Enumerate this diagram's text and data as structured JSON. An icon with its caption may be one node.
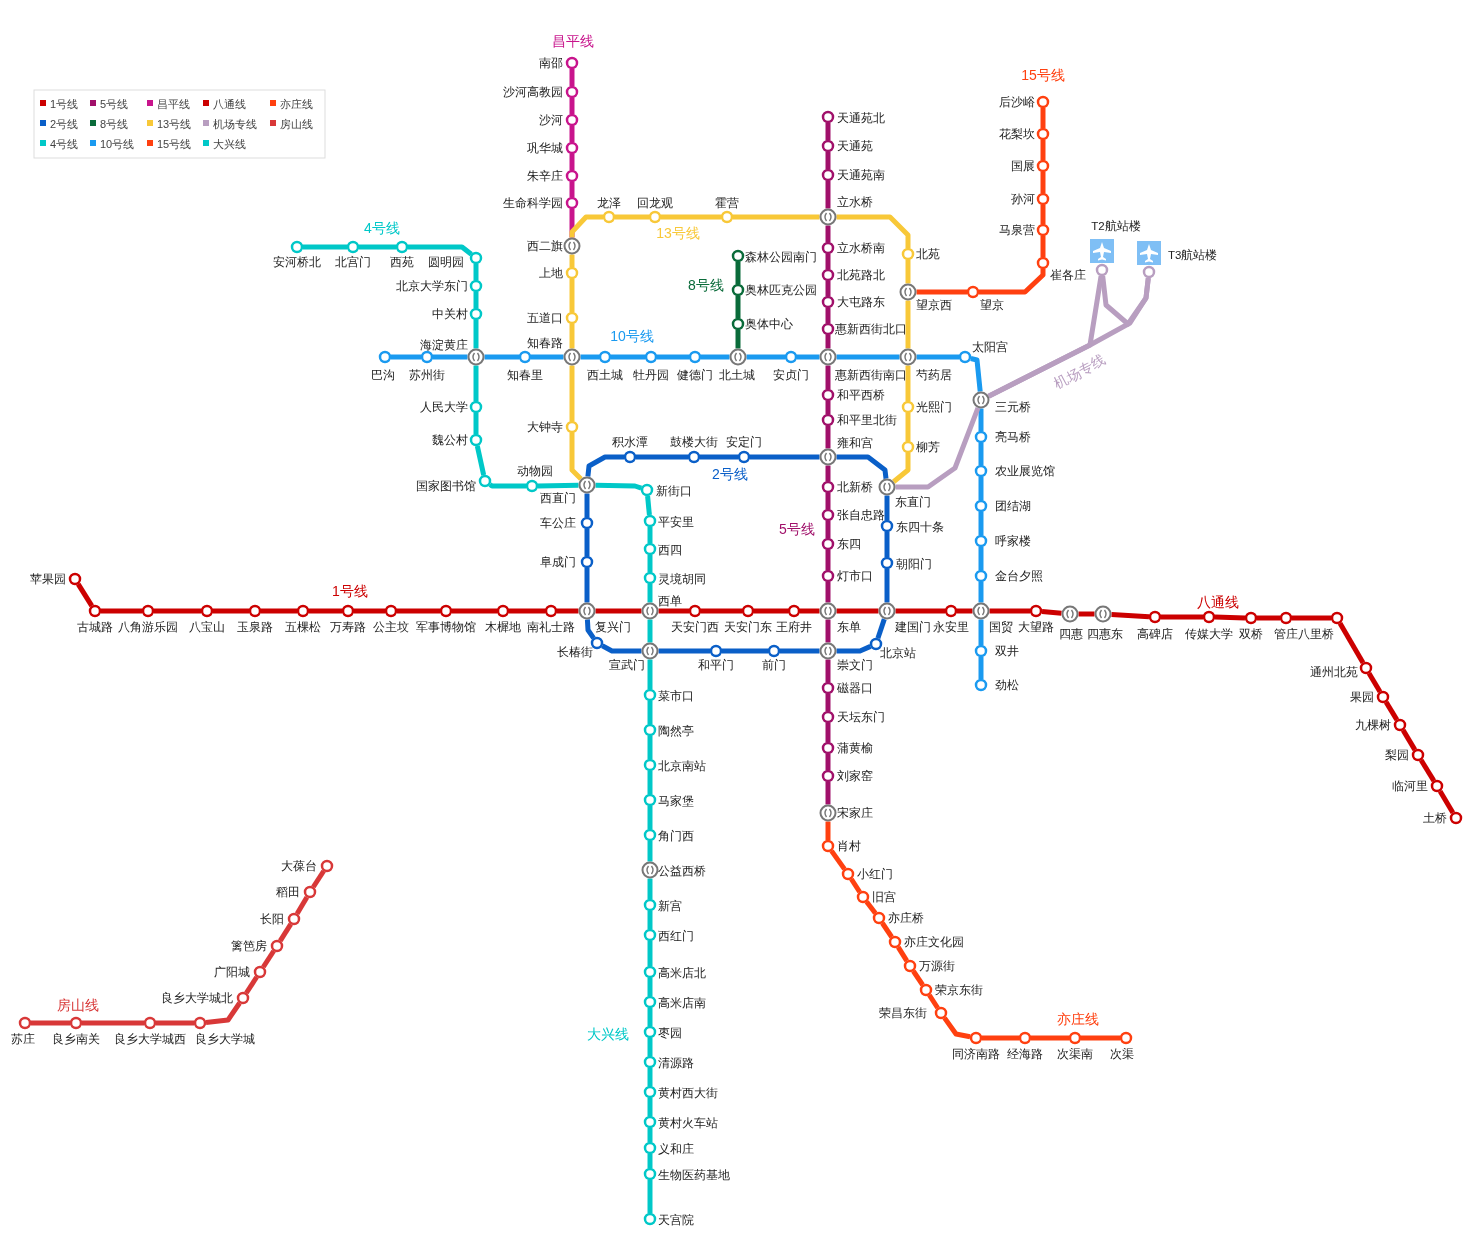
{
  "diagram": {
    "nodes": [
      {
        "text": [
          "南邵"
        ]
      },
      {
        "text": [
          "沙河高教园"
        ]
      },
      {
        "text": [
          "沙河"
        ]
      },
      {
        "text": [
          "巩华城"
        ]
      },
      {
        "text": [
          "朱辛庄"
        ]
      },
      {
        "text": [
          "生命科学园"
        ]
      },
      {
        "text": [
          "西二旗"
        ]
      },
      {
        "text": [
          "上地"
        ]
      },
      {
        "text": [
          "五道口"
        ]
      },
      {
        "text": [
          "知春路"
        ]
      },
      {
        "text": [
          "大钟寺"
        ]
      },
      {
        "text": [
          "西直门"
        ]
      },
      {
        "text": [
          "龙泽"
        ]
      },
      {
        "text": [
          "回龙观"
        ]
      },
      {
        "text": [
          "霍营"
        ]
      },
      {
        "text": [
          "立水桥"
        ]
      },
      {
        "text": [
          "北苑"
        ]
      },
      {
        "text": [
          "望京西"
        ]
      },
      {
        "text": [
          "芍药居"
        ]
      },
      {
        "text": [
          "光熙门"
        ]
      },
      {
        "text": [
          "柳芳"
        ]
      },
      {
        "text": [
          "东直门"
        ]
      },
      {
        "text": [
          "后沙峪"
        ]
      },
      {
        "text": [
          "花梨坎"
        ]
      },
      {
        "text": [
          "国展"
        ]
      },
      {
        "text": [
          "孙河"
        ]
      },
      {
        "text": [
          "马泉营"
        ]
      },
      {
        "text": [
          "崔各庄"
        ]
      },
      {
        "text": [
          "望京"
        ]
      },
      {
        "text": [
          "安河桥北"
        ]
      },
      {
        "text": [
          "北宫门"
        ]
      },
      {
        "text": [
          "西苑"
        ]
      },
      {
        "text": [
          "圆明园"
        ]
      },
      {
        "text": [
          "北京大学东门"
        ]
      },
      {
        "text": [
          "中关村"
        ]
      },
      {
        "text": [
          "海淀黄庄"
        ]
      },
      {
        "text": [
          "人民大学"
        ]
      },
      {
        "text": [
          "魏公村"
        ]
      },
      {
        "text": [
          "国家图书馆"
        ]
      },
      {
        "text": [
          "动物园"
        ]
      },
      {
        "text": [
          "新街口"
        ]
      },
      {
        "text": [
          "平安里"
        ]
      },
      {
        "text": [
          "西四"
        ]
      },
      {
        "text": [
          "灵境胡同"
        ]
      },
      {
        "text": [
          "西单"
        ]
      },
      {
        "text": [
          "宣武门"
        ]
      },
      {
        "text": [
          "菜市口"
        ]
      },
      {
        "text": [
          "陶然亭"
        ]
      },
      {
        "text": [
          "北京南站"
        ]
      },
      {
        "text": [
          "马家堡"
        ]
      },
      {
        "text": [
          "角门西"
        ]
      },
      {
        "text": [
          "公益西桥"
        ]
      },
      {
        "text": [
          "新宫"
        ]
      },
      {
        "text": [
          "西红门"
        ]
      },
      {
        "text": [
          "高米店北"
        ]
      },
      {
        "text": [
          "高米店南"
        ]
      },
      {
        "text": [
          "枣园"
        ]
      },
      {
        "text": [
          "清源路"
        ]
      },
      {
        "text": [
          "黄村西大街"
        ]
      },
      {
        "text": [
          "黄村火车站"
        ]
      },
      {
        "text": [
          "义和庄"
        ]
      },
      {
        "text": [
          "生物医药基地"
        ]
      },
      {
        "text": [
          "天宫院"
        ]
      },
      {
        "text": [
          "巴沟"
        ]
      },
      {
        "text": [
          "苏州街"
        ]
      },
      {
        "text": [
          "知春里"
        ]
      },
      {
        "text": [
          "西土城"
        ]
      },
      {
        "text": [
          "牡丹园"
        ]
      },
      {
        "text": [
          "健德门"
        ]
      },
      {
        "text": [
          "北土城"
        ]
      },
      {
        "text": [
          "安贞门"
        ]
      },
      {
        "text": [
          "惠新西街南口"
        ]
      },
      {
        "text": [
          "太阳宫"
        ]
      },
      {
        "text": [
          "三元桥"
        ]
      },
      {
        "text": [
          "亮马桥"
        ]
      },
      {
        "text": [
          "农业展览馆"
        ]
      },
      {
        "text": [
          "团结湖"
        ]
      },
      {
        "text": [
          "呼家楼"
        ]
      },
      {
        "text": [
          "金台夕照"
        ]
      },
      {
        "text": [
          "国贸"
        ]
      },
      {
        "text": [
          "双井"
        ]
      },
      {
        "text": [
          "劲松"
        ]
      },
      {
        "text": [
          "森林公园南门"
        ]
      },
      {
        "text": [
          "奥林匹克公园"
        ]
      },
      {
        "text": [
          "奥体中心"
        ]
      },
      {
        "text": [
          "天通苑北"
        ]
      },
      {
        "text": [
          "天通苑"
        ]
      },
      {
        "text": [
          "天通苑南"
        ]
      },
      {
        "text": [
          "立水桥南"
        ]
      },
      {
        "text": [
          "北苑路北"
        ]
      },
      {
        "text": [
          "大屯路东"
        ]
      },
      {
        "text": [
          "惠新西街北口"
        ]
      },
      {
        "text": [
          "和平西桥"
        ]
      },
      {
        "text": [
          "和平里北街"
        ]
      },
      {
        "text": [
          "雍和宫"
        ]
      },
      {
        "text": [
          "北新桥"
        ]
      },
      {
        "text": [
          "张自忠路"
        ]
      },
      {
        "text": [
          "东四"
        ]
      },
      {
        "text": [
          "灯市口"
        ]
      },
      {
        "text": [
          "东单"
        ]
      },
      {
        "text": [
          "崇文门"
        ]
      },
      {
        "text": [
          "磁器口"
        ]
      },
      {
        "text": [
          "天坛东门"
        ]
      },
      {
        "text": [
          "蒲黄榆"
        ]
      },
      {
        "text": [
          "刘家窑"
        ]
      },
      {
        "text": [
          "宋家庄"
        ]
      },
      {
        "text": [
          "积水潭"
        ]
      },
      {
        "text": [
          "鼓楼大街"
        ]
      },
      {
        "text": [
          "安定门"
        ]
      },
      {
        "text": [
          "车公庄"
        ]
      },
      {
        "text": [
          "阜成门"
        ]
      },
      {
        "text": [
          "东四十条"
        ]
      },
      {
        "text": [
          "朝阳门"
        ]
      },
      {
        "text": [
          "复兴门"
        ]
      },
      {
        "text": [
          "建国门"
        ]
      },
      {
        "text": [
          "长椿街"
        ]
      },
      {
        "text": [
          "和平门"
        ]
      },
      {
        "text": [
          "前门"
        ]
      },
      {
        "text": [
          "北京站"
        ]
      },
      {
        "text": [
          "苹果园"
        ]
      },
      {
        "text": [
          "古城路"
        ]
      },
      {
        "text": [
          "八角游乐园"
        ]
      },
      {
        "text": [
          "八宝山"
        ]
      },
      {
        "text": [
          "玉泉路"
        ]
      },
      {
        "text": [
          "五棵松"
        ]
      },
      {
        "text": [
          "万寿路"
        ]
      },
      {
        "text": [
          "公主坟"
        ]
      },
      {
        "text": [
          "军事博物馆"
        ]
      },
      {
        "text": [
          "木樨地"
        ]
      },
      {
        "text": [
          "南礼士路"
        ]
      },
      {
        "text": [
          "天安门西"
        ]
      },
      {
        "text": [
          "天安门东"
        ]
      },
      {
        "text": [
          "王府井"
        ]
      },
      {
        "text": [
          "永安里"
        ]
      },
      {
        "text": [
          "大望路"
        ]
      },
      {
        "text": [
          "四惠"
        ]
      },
      {
        "text": [
          "四惠东"
        ]
      },
      {
        "text": [
          "高碑店"
        ]
      },
      {
        "text": [
          "传媒大学"
        ]
      },
      {
        "text": [
          "双桥"
        ]
      },
      {
        "text": [
          "管庄"
        ]
      },
      {
        "text": [
          "八里桥"
        ]
      },
      {
        "text": [
          "通州北苑"
        ]
      },
      {
        "text": [
          "果园"
        ]
      },
      {
        "text": [
          "九棵树"
        ]
      },
      {
        "text": [
          "梨园"
        ]
      },
      {
        "text": [
          "临河里"
        ]
      },
      {
        "text": [
          "土桥"
        ]
      },
      {
        "text": [
          "T2航站楼"
        ]
      },
      {
        "text": [
          "T3航站楼"
        ]
      },
      {
        "text": [
          "肖村"
        ]
      },
      {
        "text": [
          "小红门"
        ]
      },
      {
        "text": [
          "旧宫"
        ]
      },
      {
        "text": [
          "亦庄桥"
        ]
      },
      {
        "text": [
          "亦庄文化园"
        ]
      },
      {
        "text": [
          "万源街"
        ]
      },
      {
        "text": [
          "荣京东街"
        ]
      },
      {
        "text": [
          "荣昌东街"
        ]
      },
      {
        "text": [
          "同济南路"
        ]
      },
      {
        "text": [
          "经海路"
        ]
      },
      {
        "text": [
          "次渠南"
        ]
      },
      {
        "text": [
          "次渠"
        ]
      },
      {
        "text": [
          "大葆台"
        ]
      },
      {
        "text": [
          "稻田"
        ]
      },
      {
        "text": [
          "长阳"
        ]
      },
      {
        "text": [
          "篱笆房"
        ]
      },
      {
        "text": [
          "广阳城"
        ]
      },
      {
        "text": [
          "良乡大学城北"
        ]
      },
      {
        "text": [
          "苏庄"
        ]
      },
      {
        "text": [
          "良乡南关"
        ]
      },
      {
        "text": [
          "良乡大学城西"
        ]
      },
      {
        "text": [
          "良乡大学城"
        ]
      }
    ],
    "edges": [
      {
        "from": 0,
        "to": 1,
        "arrow": "none",
        "color": "#c8148c"
      },
      {
        "from": 1,
        "to": 2,
        "arrow": "none",
        "color": "#c8148c"
      },
      {
        "from": 2,
        "to": 3,
        "arrow": "none",
        "color": "#c8148c"
      },
      {
        "from": 3,
        "to": 4,
        "arrow": "none",
        "color": "#c8148c"
      },
      {
        "from": 4,
        "to": 5,
        "arrow": "none",
        "color": "#c8148c"
      },
      {
        "from": 5,
        "to": 6,
        "arrow": "none",
        "color": "#c8148c"
      },
      {
        "from": 11,
        "to": 10,
        "arrow": "none",
        "color": "#f8c838"
      },
      {
        "from": 10,
        "to": 9,
        "arrow": "none",
        "color": "#f8c838"
      },
      {
        "from": 9,
        "to": 8,
        "arrow": "none",
        "color": "#f8c838"
      },
      {
        "from": 8,
        "to": 7,
        "arrow": "none",
        "color": "#f8c838"
      },
      {
        "from": 7,
        "to": 6,
        "arrow": "none",
        "color": "#f8c838"
      },
      {
        "from": 6,
        "to": 12,
        "arrow": "none",
        "color": "#f8c838"
      },
      {
        "from": 12,
        "to": 13,
        "arrow": "none",
        "color": "#f8c838"
      },
      {
        "from": 13,
        "to": 14,
        "arrow": "none",
        "color": "#f8c838"
      },
      {
        "from": 14,
        "to": 15,
        "arrow": "none",
        "color": "#f8c838"
      },
      {
        "from": 15,
        "to": 16,
        "arrow": "none",
        "color": "#f8c838"
      },
      {
        "from": 16,
        "to": 17,
        "arrow": "none",
        "color": "#f8c838"
      },
      {
        "from": 17,
        "to": 18,
        "arrow": "none",
        "color": "#f8c838"
      },
      {
        "from": 18,
        "to": 19,
        "arrow": "none",
        "color": "#f8c838"
      },
      {
        "from": 19,
        "to": 20,
        "arrow": "none",
        "color": "#f8c838"
      },
      {
        "from": 20,
        "to": 21,
        "arrow": "none",
        "color": "#f8c838"
      },
      {
        "from": 17,
        "to": 28,
        "arrow": "none",
        "color": "#ff4010"
      },
      {
        "from": 28,
        "to": 27,
        "arrow": "none",
        "color": "#ff4010"
      },
      {
        "from": 27,
        "to": 26,
        "arrow": "none",
        "color": "#ff4010"
      },
      {
        "from": 26,
        "to": 25,
        "arrow": "none",
        "color": "#ff4010"
      },
      {
        "from": 25,
        "to": 24,
        "arrow": "none",
        "color": "#ff4010"
      },
      {
        "from": 24,
        "to": 23,
        "arrow": "none",
        "color": "#ff4010"
      },
      {
        "from": 23,
        "to": 22,
        "arrow": "none",
        "color": "#ff4010"
      },
      {
        "from": 29,
        "to": 30,
        "arrow": "none",
        "color": "#00c8c8"
      },
      {
        "from": 30,
        "to": 31,
        "arrow": "none",
        "color": "#00c8c8"
      },
      {
        "from": 31,
        "to": 32,
        "arrow": "none",
        "color": "#00c8c8"
      },
      {
        "from": 32,
        "to": 33,
        "arrow": "none",
        "color": "#00c8c8"
      },
      {
        "from": 33,
        "to": 34,
        "arrow": "none",
        "color": "#00c8c8"
      },
      {
        "from": 34,
        "to": 35,
        "arrow": "none",
        "color": "#00c8c8"
      },
      {
        "from": 35,
        "to": 36,
        "arrow": "none",
        "color": "#00c8c8"
      },
      {
        "from": 36,
        "to": 37,
        "arrow": "none",
        "color": "#00c8c8"
      },
      {
        "from": 37,
        "to": 38,
        "arrow": "none",
        "color": "#00c8c8"
      },
      {
        "from": 38,
        "to": 39,
        "arrow": "none",
        "color": "#00c8c8"
      },
      {
        "from": 39,
        "to": 11,
        "arrow": "none",
        "color": "#00c8c8"
      },
      {
        "from": 11,
        "to": 40,
        "arrow": "none",
        "color": "#00c8c8"
      },
      {
        "from": 40,
        "to": 41,
        "arrow": "none",
        "color": "#00c8c8"
      },
      {
        "from": 41,
        "to": 42,
        "arrow": "none",
        "color": "#00c8c8"
      },
      {
        "from": 42,
        "to": 43,
        "arrow": "none",
        "color": "#00c8c8"
      },
      {
        "from": 43,
        "to": 44,
        "arrow": "none",
        "color": "#00c8c8"
      },
      {
        "from": 44,
        "to": 45,
        "arrow": "none",
        "color": "#00c8c8"
      },
      {
        "from": 45,
        "to": 46,
        "arrow": "none",
        "color": "#00c8c8"
      },
      {
        "from": 46,
        "to": 47,
        "arrow": "none",
        "color": "#00c8c8"
      },
      {
        "from": 47,
        "to": 48,
        "arrow": "none",
        "color": "#00c8c8"
      },
      {
        "from": 48,
        "to": 49,
        "arrow": "none",
        "color": "#00c8c8"
      },
      {
        "from": 49,
        "to": 50,
        "arrow": "none",
        "color": "#00c8c8"
      },
      {
        "from": 50,
        "to": 51,
        "arrow": "none",
        "color": "#00c8c8"
      },
      {
        "from": 51,
        "to": 52,
        "arrow": "none",
        "color": "#00c8c8"
      },
      {
        "from": 52,
        "to": 53,
        "arrow": "none",
        "color": "#00c8c8"
      },
      {
        "from": 53,
        "to": 54,
        "arrow": "none",
        "color": "#00c8c8"
      },
      {
        "from": 54,
        "to": 55,
        "arrow": "none",
        "color": "#00c8c8"
      },
      {
        "from": 55,
        "to": 56,
        "arrow": "none",
        "color": "#00c8c8"
      },
      {
        "from": 56,
        "to": 57,
        "arrow": "none",
        "color": "#00c8c8"
      },
      {
        "from": 57,
        "to": 58,
        "arrow": "none",
        "color": "#00c8c8"
      },
      {
        "from": 58,
        "to": 59,
        "arrow": "none",
        "color": "#00c8c8"
      },
      {
        "from": 59,
        "to": 60,
        "arrow": "none",
        "color": "#00c8c8"
      },
      {
        "from": 60,
        "to": 61,
        "arrow": "none",
        "color": "#00c8c8"
      },
      {
        "from": 61,
        "to": 62,
        "arrow": "none",
        "color": "#00c8c8"
      },
      {
        "from": 63,
        "to": 64,
        "arrow": "none",
        "color": "#1a9af0"
      },
      {
        "from": 64,
        "to": 35,
        "arrow": "none",
        "color": "#1a9af0"
      },
      {
        "from": 35,
        "to": 65,
        "arrow": "none",
        "color": "#1a9af0"
      },
      {
        "from": 65,
        "to": 9,
        "arrow": "none",
        "color": "#1a9af0"
      },
      {
        "from": 9,
        "to": 66,
        "arrow": "none",
        "color": "#1a9af0"
      },
      {
        "from": 66,
        "to": 67,
        "arrow": "none",
        "color": "#1a9af0"
      },
      {
        "from": 67,
        "to": 68,
        "arrow": "none",
        "color": "#1a9af0"
      },
      {
        "from": 68,
        "to": 69,
        "arrow": "none",
        "color": "#1a9af0"
      },
      {
        "from": 69,
        "to": 70,
        "arrow": "none",
        "color": "#1a9af0"
      },
      {
        "from": 70,
        "to": 71,
        "arrow": "none",
        "color": "#1a9af0"
      },
      {
        "from": 71,
        "to": 18,
        "arrow": "none",
        "color": "#1a9af0"
      },
      {
        "from": 18,
        "to": 72,
        "arrow": "none",
        "color": "#1a9af0"
      },
      {
        "from": 72,
        "to": 73,
        "arrow": "none",
        "color": "#1a9af0"
      },
      {
        "from": 73,
        "to": 74,
        "arrow": "none",
        "color": "#1a9af0"
      },
      {
        "from": 74,
        "to": 75,
        "arrow": "none",
        "color": "#1a9af0"
      },
      {
        "from": 75,
        "to": 76,
        "arrow": "none",
        "color": "#1a9af0"
      },
      {
        "from": 76,
        "to": 77,
        "arrow": "none",
        "color": "#1a9af0"
      },
      {
        "from": 77,
        "to": 78,
        "arrow": "none",
        "color": "#1a9af0"
      },
      {
        "from": 78,
        "to": 79,
        "arrow": "none",
        "color": "#1a9af0"
      },
      {
        "from": 79,
        "to": 80,
        "arrow": "none",
        "color": "#1a9af0"
      },
      {
        "from": 80,
        "to": 81,
        "arrow": "none",
        "color": "#1a9af0"
      },
      {
        "from": 82,
        "to": 83,
        "arrow": "none",
        "color": "#0a6b3a"
      },
      {
        "from": 83,
        "to": 84,
        "arrow": "none",
        "color": "#0a6b3a"
      },
      {
        "from": 84,
        "to": 69,
        "arrow": "none",
        "color": "#0a6b3a"
      },
      {
        "from": 85,
        "to": 86,
        "arrow": "none",
        "color": "#a0106a"
      },
      {
        "from": 86,
        "to": 87,
        "arrow": "none",
        "color": "#a0106a"
      },
      {
        "from": 87,
        "to": 15,
        "arrow": "none",
        "color": "#a0106a"
      },
      {
        "from": 15,
        "to": 88,
        "arrow": "none",
        "color": "#a0106a"
      },
      {
        "from": 88,
        "to": 89,
        "arrow": "none",
        "color": "#a0106a"
      },
      {
        "from": 89,
        "to": 90,
        "arrow": "none",
        "color": "#a0106a"
      },
      {
        "from": 90,
        "to": 91,
        "arrow": "none",
        "color": "#a0106a"
      },
      {
        "from": 91,
        "to": 71,
        "arrow": "none",
        "color": "#a0106a"
      },
      {
        "from": 71,
        "to": 92,
        "arrow": "none",
        "color": "#a0106a"
      },
      {
        "from": 92,
        "to": 93,
        "arrow": "none",
        "color": "#a0106a"
      },
      {
        "from": 93,
        "to": 94,
        "arrow": "none",
        "color": "#a0106a"
      },
      {
        "from": 94,
        "to": 95,
        "arrow": "none",
        "color": "#a0106a"
      },
      {
        "from": 95,
        "to": 96,
        "arrow": "none",
        "color": "#a0106a"
      },
      {
        "from": 96,
        "to": 97,
        "arrow": "none",
        "color": "#a0106a"
      },
      {
        "from": 97,
        "to": 98,
        "arrow": "none",
        "color": "#a0106a"
      },
      {
        "from": 98,
        "to": 99,
        "arrow": "none",
        "color": "#a0106a"
      },
      {
        "from": 99,
        "to": 100,
        "arrow": "none",
        "color": "#a0106a"
      },
      {
        "from": 100,
        "to": 101,
        "arrow": "none",
        "color": "#a0106a"
      },
      {
        "from": 101,
        "to": 102,
        "arrow": "none",
        "color": "#a0106a"
      },
      {
        "from": 102,
        "to": 103,
        "arrow": "none",
        "color": "#a0106a"
      },
      {
        "from": 103,
        "to": 104,
        "arrow": "none",
        "color": "#a0106a"
      },
      {
        "from": 104,
        "to": 105,
        "arrow": "none",
        "color": "#a0106a"
      },
      {
        "from": 11,
        "to": 106,
        "arrow": "none",
        "color": "#0a5fc8"
      },
      {
        "from": 106,
        "to": 107,
        "arrow": "none",
        "color": "#0a5fc8"
      },
      {
        "from": 107,
        "to": 108,
        "arrow": "none",
        "color": "#0a5fc8"
      },
      {
        "from": 108,
        "to": 94,
        "arrow": "none",
        "color": "#0a5fc8"
      },
      {
        "from": 94,
        "to": 21,
        "arrow": "none",
        "color": "#0a5fc8"
      },
      {
        "from": 21,
        "to": 111,
        "arrow": "none",
        "color": "#0a5fc8"
      },
      {
        "from": 111,
        "to": 112,
        "arrow": "none",
        "color": "#0a5fc8"
      },
      {
        "from": 112,
        "to": 114,
        "arrow": "none",
        "color": "#0a5fc8"
      },
      {
        "from": 114,
        "to": 118,
        "arrow": "none",
        "color": "#0a5fc8"
      },
      {
        "from": 118,
        "to": 100,
        "arrow": "none",
        "color": "#0a5fc8"
      },
      {
        "from": 100,
        "to": 117,
        "arrow": "none",
        "color": "#0a5fc8"
      },
      {
        "from": 117,
        "to": 116,
        "arrow": "none",
        "color": "#0a5fc8"
      },
      {
        "from": 116,
        "to": 45,
        "arrow": "none",
        "color": "#0a5fc8"
      },
      {
        "from": 45,
        "to": 115,
        "arrow": "none",
        "color": "#0a5fc8"
      },
      {
        "from": 115,
        "to": 113,
        "arrow": "none",
        "color": "#0a5fc8"
      },
      {
        "from": 113,
        "to": 110,
        "arrow": "none",
        "color": "#0a5fc8"
      },
      {
        "from": 110,
        "to": 109,
        "arrow": "none",
        "color": "#0a5fc8"
      },
      {
        "from": 109,
        "to": 11,
        "arrow": "none",
        "color": "#0a5fc8"
      },
      {
        "from": 119,
        "to": 120,
        "arrow": "none",
        "color": "#cc0000"
      },
      {
        "from": 120,
        "to": 121,
        "arrow": "none",
        "color": "#cc0000"
      },
      {
        "from": 121,
        "to": 122,
        "arrow": "none",
        "color": "#cc0000"
      },
      {
        "from": 122,
        "to": 123,
        "arrow": "none",
        "color": "#cc0000"
      },
      {
        "from": 123,
        "to": 124,
        "arrow": "none",
        "color": "#cc0000"
      },
      {
        "from": 124,
        "to": 125,
        "arrow": "none",
        "color": "#cc0000"
      },
      {
        "from": 125,
        "to": 126,
        "arrow": "none",
        "color": "#cc0000"
      },
      {
        "from": 126,
        "to": 127,
        "arrow": "none",
        "color": "#cc0000"
      },
      {
        "from": 127,
        "to": 128,
        "arrow": "none",
        "color": "#cc0000"
      },
      {
        "from": 128,
        "to": 129,
        "arrow": "none",
        "color": "#cc0000"
      },
      {
        "from": 129,
        "to": 113,
        "arrow": "none",
        "color": "#cc0000"
      },
      {
        "from": 113,
        "to": 44,
        "arrow": "none",
        "color": "#cc0000"
      },
      {
        "from": 44,
        "to": 130,
        "arrow": "none",
        "color": "#cc0000"
      },
      {
        "from": 130,
        "to": 131,
        "arrow": "none",
        "color": "#cc0000"
      },
      {
        "from": 131,
        "to": 132,
        "arrow": "none",
        "color": "#cc0000"
      },
      {
        "from": 132,
        "to": 99,
        "arrow": "none",
        "color": "#cc0000"
      },
      {
        "from": 99,
        "to": 114,
        "arrow": "none",
        "color": "#cc0000"
      },
      {
        "from": 114,
        "to": 133,
        "arrow": "none",
        "color": "#cc0000"
      },
      {
        "from": 133,
        "to": 79,
        "arrow": "none",
        "color": "#cc0000"
      },
      {
        "from": 79,
        "to": 134,
        "arrow": "none",
        "color": "#cc0000"
      },
      {
        "from": 134,
        "to": 135,
        "arrow": "none",
        "color": "#cc0000"
      },
      {
        "from": 135,
        "to": 136,
        "arrow": "none",
        "color": "#cc0000"
      },
      {
        "from": 136,
        "to": 137,
        "arrow": "none",
        "color": "#cc0000"
      },
      {
        "from": 137,
        "to": 138,
        "arrow": "none",
        "color": "#cc0000"
      },
      {
        "from": 138,
        "to": 139,
        "arrow": "none",
        "color": "#cc0000"
      },
      {
        "from": 139,
        "to": 140,
        "arrow": "none",
        "color": "#cc0000"
      },
      {
        "from": 140,
        "to": 141,
        "arrow": "none",
        "color": "#cc0000"
      },
      {
        "from": 141,
        "to": 142,
        "arrow": "none",
        "color": "#cc0000"
      },
      {
        "from": 142,
        "to": 143,
        "arrow": "none",
        "color": "#cc0000"
      },
      {
        "from": 143,
        "to": 144,
        "arrow": "none",
        "color": "#cc0000"
      },
      {
        "from": 144,
        "to": 145,
        "arrow": "none",
        "color": "#cc0000"
      },
      {
        "from": 145,
        "to": 146,
        "arrow": "none",
        "color": "#cc0000"
      },
      {
        "from": 146,
        "to": 147,
        "arrow": "none",
        "color": "#cc0000"
      },
      {
        "from": 21,
        "to": 73,
        "arrow": "none",
        "color": "#b89ec0"
      },
      {
        "from": 73,
        "to": 148,
        "arrow": "none",
        "color": "#b89ec0"
      },
      {
        "from": 73,
        "to": 149,
        "arrow": "none",
        "color": "#b89ec0"
      },
      {
        "from": 148,
        "to": 149,
        "arrow": "none",
        "color": "#b89ec0"
      },
      {
        "from": 105,
        "to": 150,
        "arrow": "none",
        "color": "#ff4010"
      },
      {
        "from": 150,
        "to": 151,
        "arrow": "none",
        "color": "#ff4010"
      },
      {
        "from": 151,
        "to": 152,
        "arrow": "none",
        "color": "#ff4010"
      },
      {
        "from": 152,
        "to": 153,
        "arrow": "none",
        "color": "#ff4010"
      },
      {
        "from": 153,
        "to": 154,
        "arrow": "none",
        "color": "#ff4010"
      },
      {
        "from": 154,
        "to": 155,
        "arrow": "none",
        "color": "#ff4010"
      },
      {
        "from": 155,
        "to": 156,
        "arrow": "none",
        "color": "#ff4010"
      },
      {
        "from": 156,
        "to": 157,
        "arrow": "none",
        "color": "#ff4010"
      },
      {
        "from": 157,
        "to": 158,
        "arrow": "none",
        "color": "#ff4010"
      },
      {
        "from": 158,
        "to": 159,
        "arrow": "none",
        "color": "#ff4010"
      },
      {
        "from": 159,
        "to": 160,
        "arrow": "none",
        "color": "#ff4010"
      },
      {
        "from": 160,
        "to": 161,
        "arrow": "none",
        "color": "#ff4010"
      },
      {
        "from": 162,
        "to": 163,
        "arrow": "none",
        "color": "#d83838"
      },
      {
        "from": 163,
        "to": 164,
        "arrow": "none",
        "color": "#d83838"
      },
      {
        "from": 164,
        "to": 165,
        "arrow": "none",
        "color": "#d83838"
      },
      {
        "from": 165,
        "to": 166,
        "arrow": "none",
        "color": "#d83838"
      },
      {
        "from": 166,
        "to": 167,
        "arrow": "none",
        "color": "#d83838"
      },
      {
        "from": 167,
        "to": 171,
        "arrow": "none",
        "color": "#d83838"
      },
      {
        "from": 171,
        "to": 170,
        "arrow": "none",
        "color": "#d83838"
      },
      {
        "from": 170,
        "to": 169,
        "arrow": "none",
        "color": "#d83838"
      },
      {
        "from": 169,
        "to": 168,
        "arrow": "none",
        "color": "#d83838"
      }
    ],
    "labels": [
      "昌平线",
      "15号线",
      "4号线",
      "13号线",
      "8号线",
      "10号线",
      "机场专线",
      "2号线",
      "5号线",
      "1号线",
      "八通线",
      "房山线",
      "亦庄线",
      "大兴线"
    ],
    "legend": [
      {
        "text": "1号线",
        "color": "#cc0000"
      },
      {
        "text": "5号线",
        "color": "#a0106a"
      },
      {
        "text": "昌平线",
        "color": "#c8148c"
      },
      {
        "text": "八通线",
        "color": "#cc0000"
      },
      {
        "text": "亦庄线",
        "color": "#ff4010"
      },
      {
        "text": "2号线",
        "color": "#0a5fc8"
      },
      {
        "text": "8号线",
        "color": "#0a6b3a"
      },
      {
        "text": "13号线",
        "color": "#f8c838"
      },
      {
        "text": "机场专线",
        "color": "#b89ec0"
      },
      {
        "text": "房山线",
        "color": "#d83838"
      },
      {
        "text": "4号线",
        "color": "#00c8c8"
      },
      {
        "text": "10号线",
        "color": "#1a9af0"
      },
      {
        "text": "15号线",
        "color": "#ff4010"
      },
      {
        "text": "大兴线",
        "color": "#00c8c8"
      }
    ]
  }
}
